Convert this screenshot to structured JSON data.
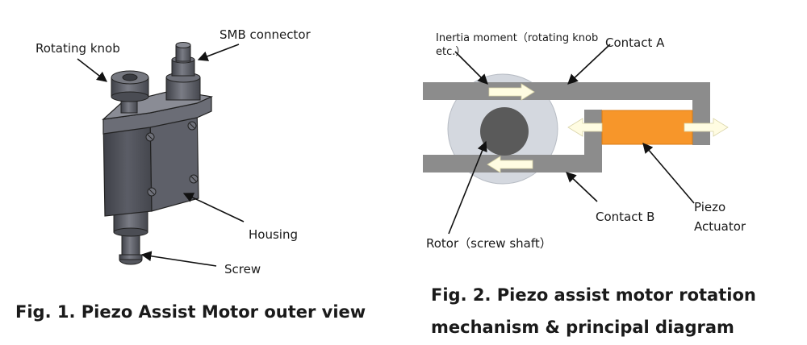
{
  "fig1": {
    "caption": "Fig. 1. Piezo Assist Motor outer view",
    "labels": {
      "rotating_knob": "Rotating knob",
      "smb_connector": "SMB connector",
      "housing": "Housing",
      "screw": "Screw"
    }
  },
  "fig2": {
    "caption_line1": "Fig. 2. Piezo assist motor rotation",
    "caption_line2": "mechanism & principal diagram",
    "labels": {
      "inertia_line1": "Inertia moment（rotating knob",
      "inertia_line2": "etc.）",
      "contact_a": "Contact A",
      "contact_b": "Contact B",
      "piezo_line1": "Piezo",
      "piezo_line2": "Actuator",
      "rotor": "Rotor（screw shaft）"
    }
  },
  "colors": {
    "frame": "#8c8c8c",
    "rotor_outer": "#d4d8df",
    "rotor_inner": "#5a5a5a",
    "piezo": "#f7962a",
    "arrow_fill": "#fffce2",
    "body_dark": "#4f5159"
  }
}
